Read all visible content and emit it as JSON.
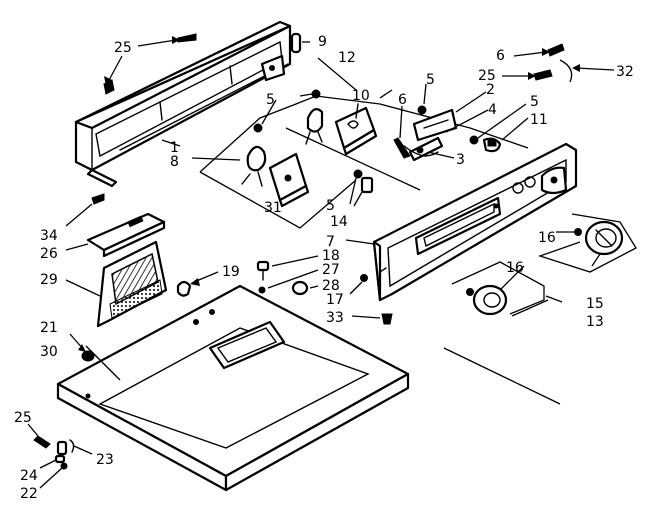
{
  "callouts": {
    "c1": "1",
    "c2": "2",
    "c3": "3",
    "c4": "4",
    "c5a": "5",
    "c5b": "5",
    "c5c": "5",
    "c5d": "5",
    "c6a": "6",
    "c6b": "6",
    "c7": "7",
    "c8": "8",
    "c9": "9",
    "c10": "10",
    "c11": "11",
    "c12": "12",
    "c13": "13",
    "c14": "14",
    "c15": "15",
    "c16a": "16",
    "c16b": "16",
    "c17": "17",
    "c18": "18",
    "c19": "19",
    "c21": "21",
    "c22": "22",
    "c23": "23",
    "c24": "24",
    "c25a": "25",
    "c25b": "25",
    "c25c": "25",
    "c26": "26",
    "c27": "27",
    "c28": "28",
    "c29": "29",
    "c30": "30",
    "c31": "31",
    "c32": "32",
    "c33": "33",
    "c34": "34"
  }
}
